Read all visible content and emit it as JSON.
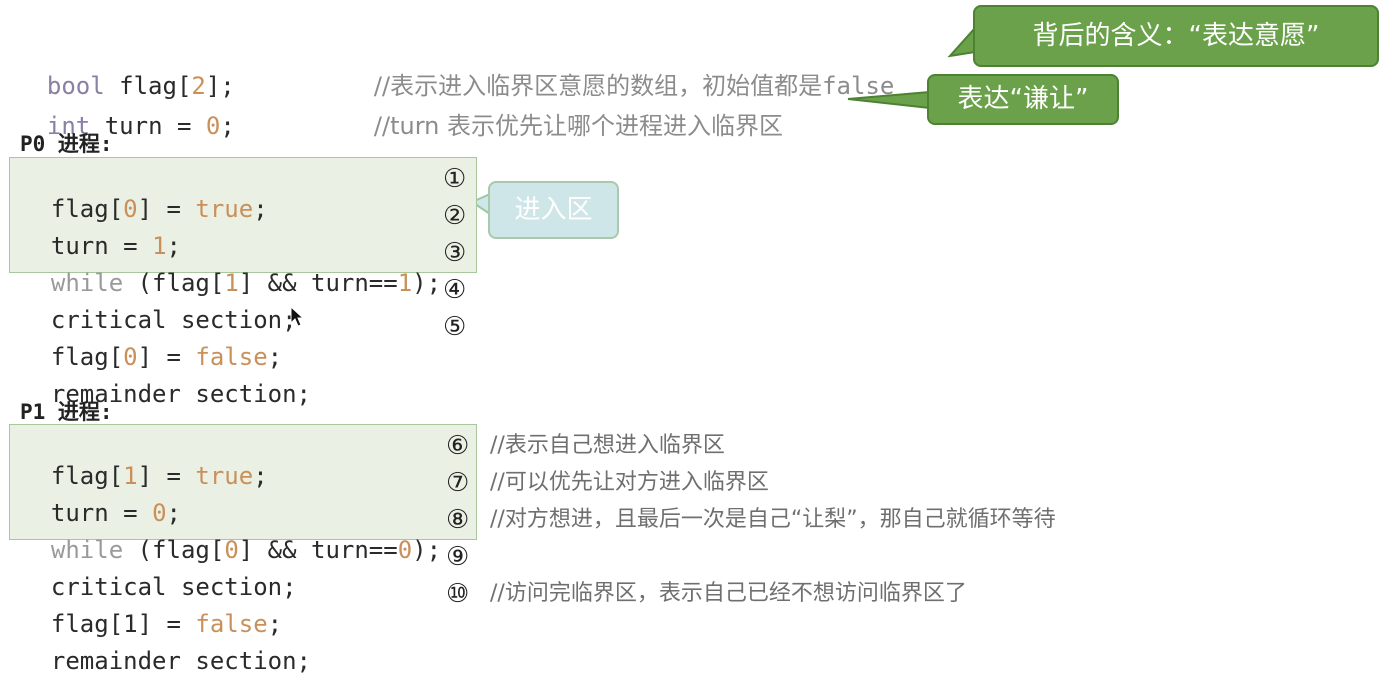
{
  "declarations": {
    "flag_decl": {
      "type": "bool",
      "rest": " flag[",
      "size": "2",
      "end": "];",
      "comment": "//表示进入临界区意愿的数组，初始值都是",
      "comment_false": "false"
    },
    "turn_decl": {
      "type": "int",
      "rest": " turn = ",
      "value": "0",
      "end": ";",
      "comment": "//turn 表示优先让哪个进程进入临界区"
    }
  },
  "callouts": {
    "meaning": "背后的含义：“表达意愿”",
    "yield": "表达“谦让”",
    "entry": "进入区"
  },
  "p0": {
    "label": "P0 进程:",
    "lines": [
      {
        "a": "flag[",
        "b": "0",
        "c": "] = ",
        "d": "true",
        "e": ";",
        "n": "①"
      },
      {
        "a": "turn = ",
        "b": "1",
        "c": ";",
        "n": "②"
      },
      {
        "w": "while",
        "a": " (flag[",
        "b": "1",
        "c": "] && turn==",
        "d": "1",
        "e": ");",
        "n": "③"
      },
      {
        "text": "critical section;",
        "n": "④"
      },
      {
        "a": "flag[",
        "b": "0",
        "c": "] = ",
        "d": "false",
        "e": ";",
        "n": "⑤"
      },
      {
        "text": "remainder section;"
      }
    ]
  },
  "p1": {
    "label": "P1 进程:",
    "lines": [
      {
        "a": "flag[",
        "b": "1",
        "c": "] = ",
        "d": "true",
        "e": ";",
        "n": "⑥",
        "comment": "//表示自己想进入临界区"
      },
      {
        "a": "turn = ",
        "b": "0",
        "c": ";",
        "n": "⑦",
        "comment": "//可以优先让对方进入临界区"
      },
      {
        "w": "while",
        "a": " (flag[",
        "b": "0",
        "c": "] && turn==",
        "d": "0",
        "e": ");",
        "n": "⑧",
        "comment": "//对方想进，且最后一次是自己“让梨”，那自己就循环等待"
      },
      {
        "text": "critical section;",
        "n": "⑨"
      },
      {
        "a": "flag[1] = ",
        "d": "false",
        "e": ";",
        "n": "⑩",
        "comment": "//访问完临界区，表示自己已经不想访问临界区了"
      },
      {
        "text": "remainder section;"
      }
    ]
  },
  "colors": {
    "callout_green": "#6aa14a",
    "entry_box": "#eaf1e4",
    "literal": "#c9905a",
    "keyword": "#8a7fa4"
  }
}
